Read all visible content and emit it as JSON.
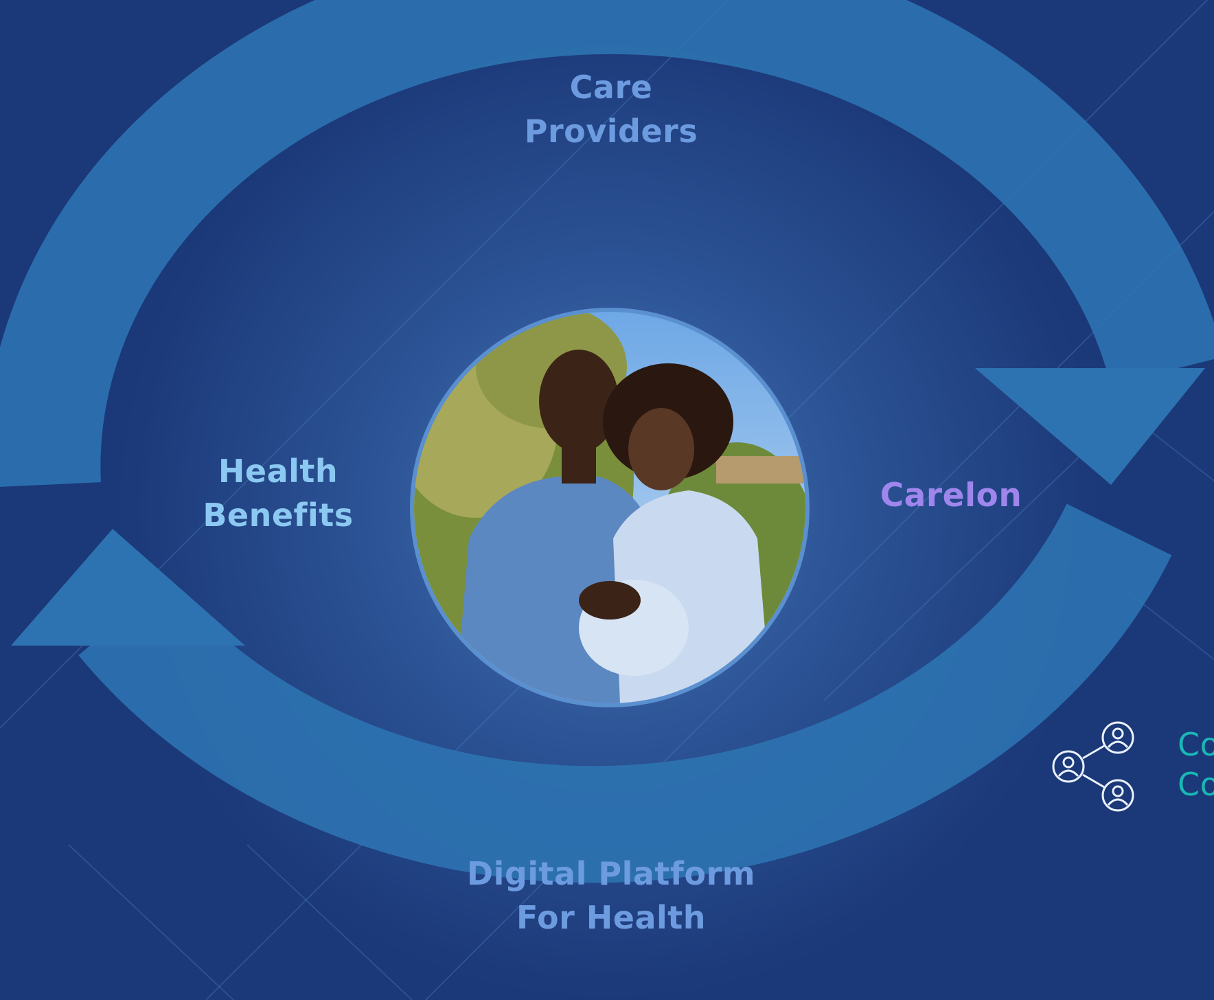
{
  "diagram": {
    "labels": {
      "care_providers": "Care\nProviders",
      "health_benefits": "Health\nBenefits",
      "carelon": "Carelon",
      "digital_platform": "Digital Platform\nFor Health",
      "connected_care": "Co\nCo"
    },
    "colors": {
      "background": "#1b3878",
      "arrow": "#2e73b1",
      "care_providers": "#6d9be0",
      "health_benefits": "#8cc9f2",
      "carelon": "#9f86ec",
      "connected_care": "#19b7b5"
    },
    "icons": {
      "center_photo": "couple-photo",
      "network": "people-network-icon"
    }
  }
}
